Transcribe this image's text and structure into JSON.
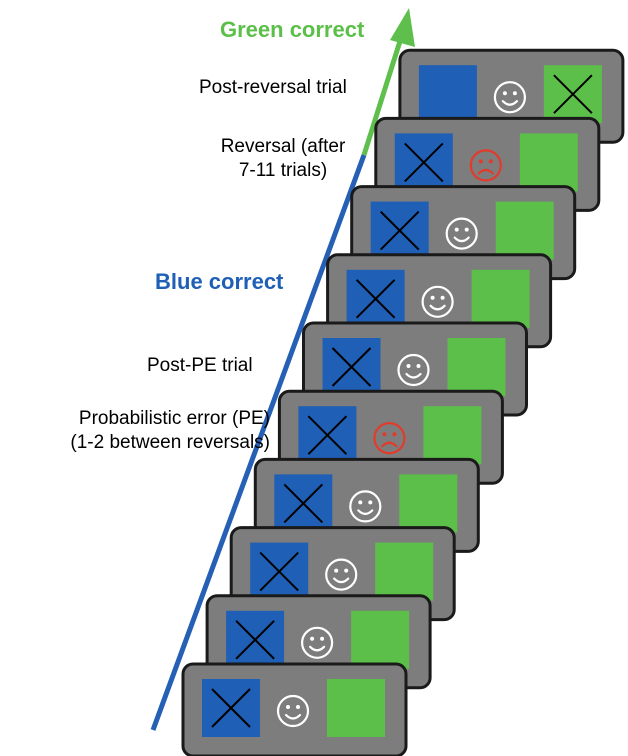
{
  "phases": {
    "green_correct": "Green correct",
    "blue_correct": "Blue correct"
  },
  "annotations": {
    "post_reversal": "Post-reversal trial",
    "reversal_line1": "Reversal (after",
    "reversal_line2": "7-11 trials)",
    "post_pe": "Post-PE trial",
    "pe_line1": "Probabilistic error (PE)",
    "pe_line2": "(1-2 between reversals)"
  },
  "colors": {
    "blue": "#1f5fb5",
    "green": "#5cbf49",
    "card_fill": "#7d7d7d",
    "card_border": "#1a1a1a",
    "arrow_blue": "#2560b5",
    "arrow_green": "#5fbf4c",
    "happy_face": "#ffffff",
    "sad_face": "#e23b2c"
  },
  "trials": [
    {
      "trial": 1,
      "chosen": "blue",
      "feedback": "happy"
    },
    {
      "trial": 2,
      "chosen": "blue",
      "feedback": "happy"
    },
    {
      "trial": 3,
      "chosen": "blue",
      "feedback": "happy"
    },
    {
      "trial": 4,
      "chosen": "blue",
      "feedback": "happy"
    },
    {
      "trial": 5,
      "chosen": "blue",
      "feedback": "sad"
    },
    {
      "trial": 6,
      "chosen": "blue",
      "feedback": "happy"
    },
    {
      "trial": 7,
      "chosen": "blue",
      "feedback": "happy"
    },
    {
      "trial": 8,
      "chosen": "blue",
      "feedback": "happy"
    },
    {
      "trial": 9,
      "chosen": "blue",
      "feedback": "sad"
    },
    {
      "trial": 10,
      "chosen": "green",
      "feedback": "happy"
    }
  ]
}
